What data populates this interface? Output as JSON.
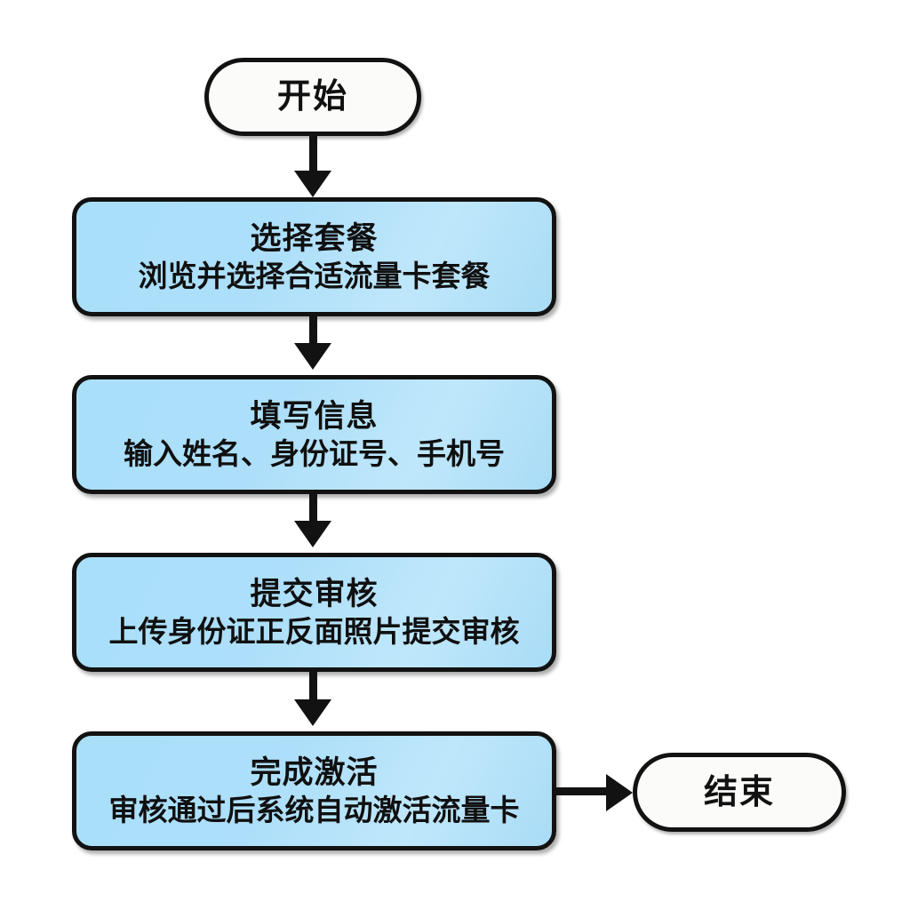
{
  "diagram": {
    "background_color": "#ffffff",
    "node_border_color": "#121212",
    "process_fill_color": "#ace0f9",
    "terminator_fill_color": "#fbfbf9",
    "text_color": "#101010",
    "start": {
      "label": "开始"
    },
    "end": {
      "label": "结束"
    },
    "steps": [
      {
        "title": "选择套餐",
        "desc": "浏览并选择合适流量卡套餐"
      },
      {
        "title": "填写信息",
        "desc": "输入姓名、身份证号、手机号"
      },
      {
        "title": "提交审核",
        "desc": "上传身份证正反面照片提交审核"
      },
      {
        "title": "完成激活",
        "desc": "审核通过后系统自动激活流量卡"
      }
    ],
    "connectors": [
      {
        "from": "开始",
        "to": "选择套餐",
        "direction": "down"
      },
      {
        "from": "选择套餐",
        "to": "填写信息",
        "direction": "down"
      },
      {
        "from": "填写信息",
        "to": "提交审核",
        "direction": "down"
      },
      {
        "from": "提交审核",
        "to": "完成激活",
        "direction": "down"
      },
      {
        "from": "完成激活",
        "to": "结束",
        "direction": "right"
      }
    ]
  }
}
